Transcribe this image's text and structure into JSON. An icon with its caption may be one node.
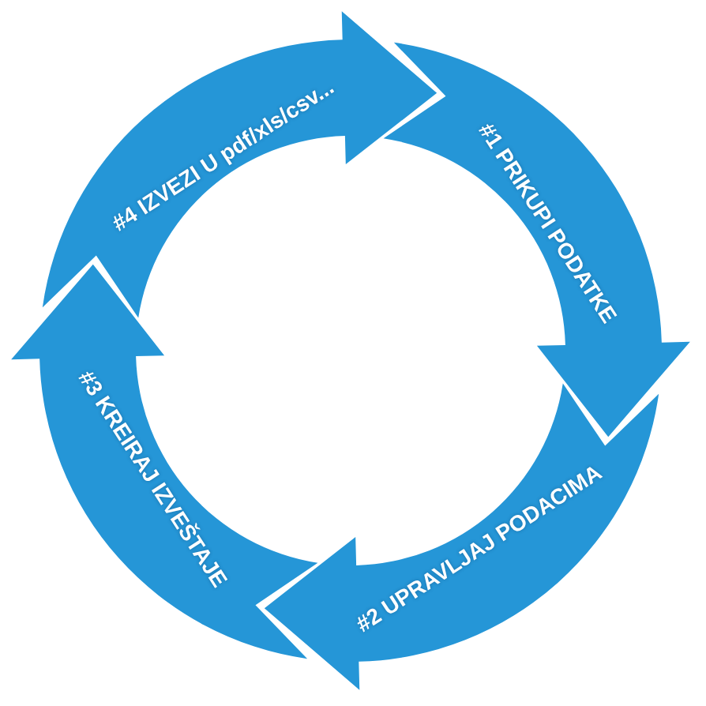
{
  "diagram": {
    "nodes": [
      {
        "text": [
          "#1 PRIKUPI PODATKE"
        ]
      },
      {
        "text": [
          "#2 UPRAVLJAJ PODACIMA"
        ]
      },
      {
        "text": [
          "#3 KREIRAJ IZVEŠTAJE"
        ]
      },
      {
        "text": [
          "#4 IZVEZI U pdf/xls/csv..."
        ]
      }
    ]
  }
}
